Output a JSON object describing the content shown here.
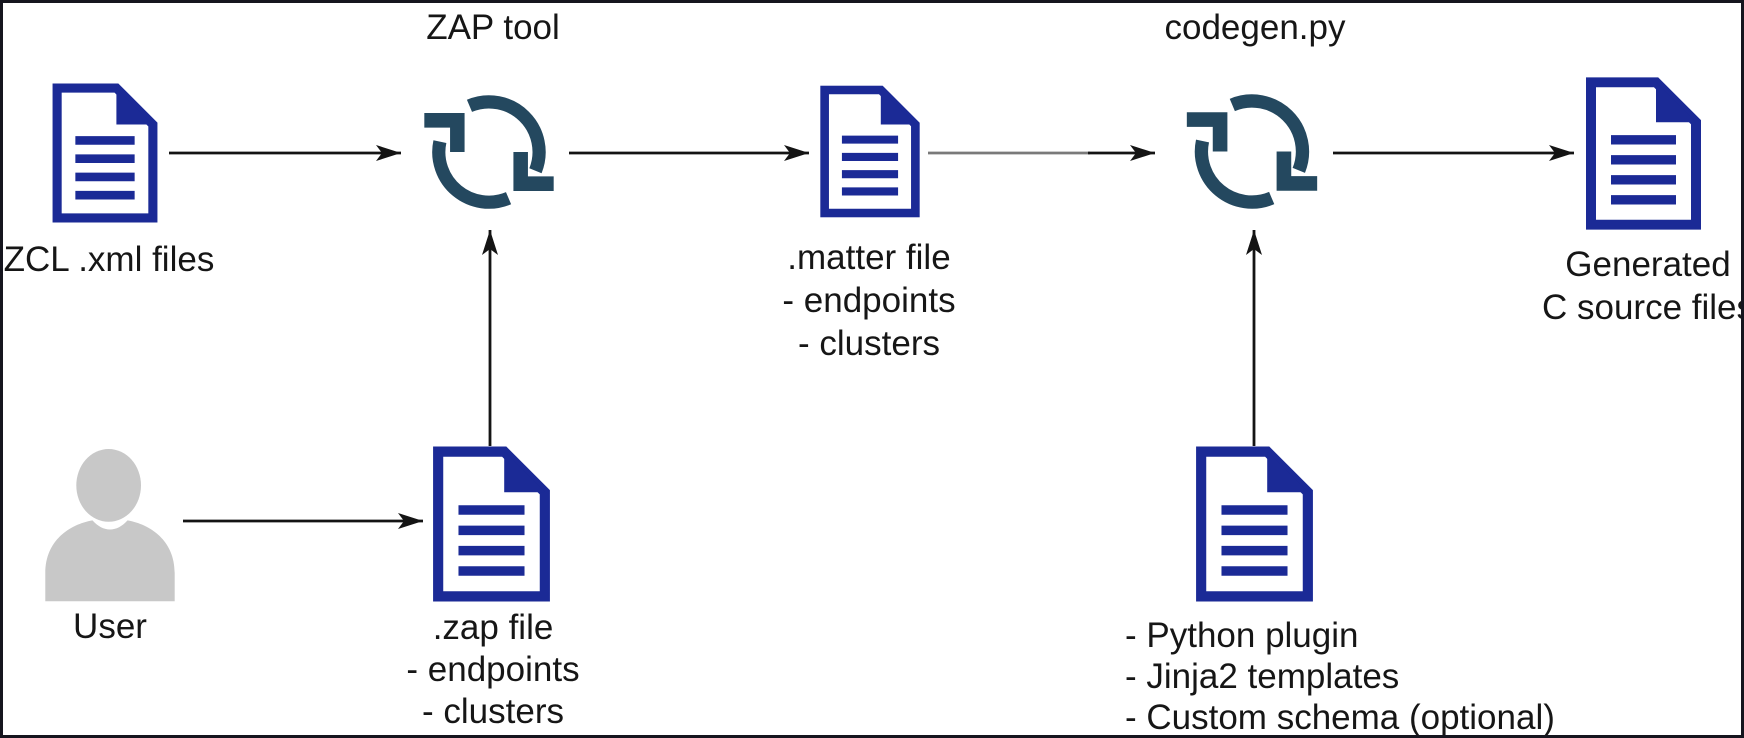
{
  "diagram": {
    "colors": {
      "background": "#ffffff",
      "border-color": "#15151e",
      "document-blue": "#1b2a96",
      "process-teal": "#24485f",
      "user-gray": "#c8c8c8",
      "arrow-black": "#141414",
      "arrow-gray": "#7a7a7a",
      "text-color": "#161616"
    },
    "nodes": {
      "zcl_files": {
        "icon": "document-icon",
        "label": "ZCL .xml files"
      },
      "zap_tool": {
        "icon": "sync-process-icon",
        "label": "ZAP tool"
      },
      "matter_file": {
        "icon": "document-icon",
        "label": ".matter file\n- endpoints\n- clusters"
      },
      "codegen": {
        "icon": "sync-process-icon",
        "label": "codegen.py"
      },
      "generated": {
        "icon": "document-icon",
        "label": "Generated\nC source files"
      },
      "user": {
        "icon": "person-icon",
        "label": "User"
      },
      "zap_file": {
        "icon": "document-icon",
        "label": ".zap file\n- endpoints\n- clusters"
      },
      "codegen_inputs": {
        "icon": "document-icon",
        "label": "- Python plugin\n- Jinja2 templates\n- Custom schema (optional)"
      }
    },
    "edges": [
      {
        "from": "zcl_files",
        "to": "zap_tool"
      },
      {
        "from": "zap_tool",
        "to": "matter_file"
      },
      {
        "from": "matter_file",
        "to": "codegen"
      },
      {
        "from": "codegen",
        "to": "generated"
      },
      {
        "from": "user",
        "to": "zap_file"
      },
      {
        "from": "zap_file",
        "to": "zap_tool"
      },
      {
        "from": "codegen_inputs",
        "to": "codegen"
      }
    ]
  }
}
